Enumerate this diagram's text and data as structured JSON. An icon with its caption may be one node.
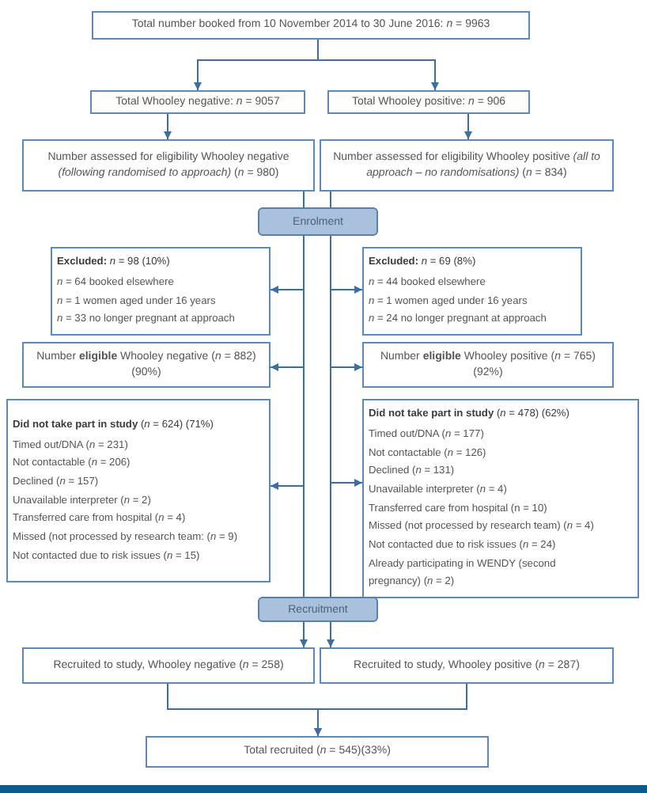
{
  "diagram": {
    "nodes": [
      {
        "text": [
          "Total number booked from 10 November 2014 to 30 June 2016: *n* = 9963"
        ]
      },
      {
        "text": [
          "Total Whooley negative: *n* = 9057"
        ]
      },
      {
        "text": [
          "Total Whooley positive: *n* = 906"
        ]
      },
      {
        "text": [
          "Number assessed for eligibility Whooley negative *(following randomised to approach)* (*n* = 980)"
        ]
      },
      {
        "text": [
          "Number assessed for eligibility Whooley positive *(all to approach – no randomisations)* (*n* = 834)"
        ]
      },
      {
        "text": [
          "Enrolment"
        ]
      },
      {
        "text": [
          "**Excluded:** *n* = 98 (10%)",
          "*n* = 64 booked elsewhere",
          "*n* = 1 women aged under 16 years",
          "*n* = 33 no longer pregnant at approach"
        ]
      },
      {
        "text": [
          "**Excluded:** *n* = 69 (8%)",
          "*n* = 44 booked elsewhere",
          "*n* = 1 women aged under 16 years",
          "*n* = 24 no longer pregnant at approach"
        ]
      },
      {
        "text": [
          "Number **eligible** Whooley negative (*n* = 882) (90%)"
        ]
      },
      {
        "text": [
          "Number **eligible** Whooley positive (*n* = 765) (92%)"
        ]
      },
      {
        "text": [
          "**Did not take part in study** (*n* = 624) (71%)",
          "Timed out/DNA (*n* = 231)",
          "Not contactable (*n* = 206)",
          "Declined (*n* = 157)",
          "Unavailable interpreter (*n* = 2)",
          "Transferred care from hospital (*n* = 4)",
          "Missed (not processed by research team: (*n* = 9)",
          "Not contacted due to risk issues (*n* = 15)"
        ]
      },
      {
        "text": [
          "**Did not take part in study** (*n* = 478) (62%)",
          "Timed out/DNA (*n* = 177)",
          "Not contactable (*n* = 126)",
          "Declined (*n* = 131)",
          "Unavailable interpreter (*n* = 4)",
          "Transferred care from hospital (n = 10)",
          "Missed (not processed by research team) (*n* = 4)",
          "Not contacted due to risk issues (*n* = 24)",
          "Already participating in WENDY (second pregnancy) (*n* = 2)"
        ]
      },
      {
        "text": [
          "Recruitment"
        ]
      },
      {
        "text": [
          "Recruited to study, Whooley negative (*n* = 258)"
        ]
      },
      {
        "text": [
          "Recruited to study, Whooley positive (*n* = 287)"
        ]
      },
      {
        "text": [
          "Total recruited (*n* = 545)(33%)"
        ]
      }
    ],
    "edges": [
      {
        "from": 0,
        "to": 1,
        "arrow": "to"
      },
      {
        "from": 0,
        "to": 2,
        "arrow": "to"
      },
      {
        "from": 1,
        "to": 3,
        "arrow": "to"
      },
      {
        "from": 2,
        "to": 4,
        "arrow": "to"
      },
      {
        "from": 3,
        "to": 5,
        "arrow": "none"
      },
      {
        "from": 4,
        "to": 5,
        "arrow": "none"
      },
      {
        "from": 5,
        "to": 6,
        "arrow": "to"
      },
      {
        "from": 5,
        "to": 7,
        "arrow": "to"
      },
      {
        "from": 5,
        "to": 8,
        "arrow": "to"
      },
      {
        "from": 5,
        "to": 9,
        "arrow": "to"
      },
      {
        "from": 5,
        "to": 10,
        "arrow": "to"
      },
      {
        "from": 5,
        "to": 11,
        "arrow": "to"
      },
      {
        "from": 5,
        "to": 12,
        "arrow": "none"
      },
      {
        "from": 5,
        "to": 12,
        "arrow": "none"
      },
      {
        "from": 12,
        "to": 13,
        "arrow": "to"
      },
      {
        "from": 12,
        "to": 14,
        "arrow": "to"
      },
      {
        "from": 13,
        "to": 15,
        "arrow": "to"
      },
      {
        "from": 14,
        "to": 15,
        "arrow": "to"
      }
    ]
  }
}
